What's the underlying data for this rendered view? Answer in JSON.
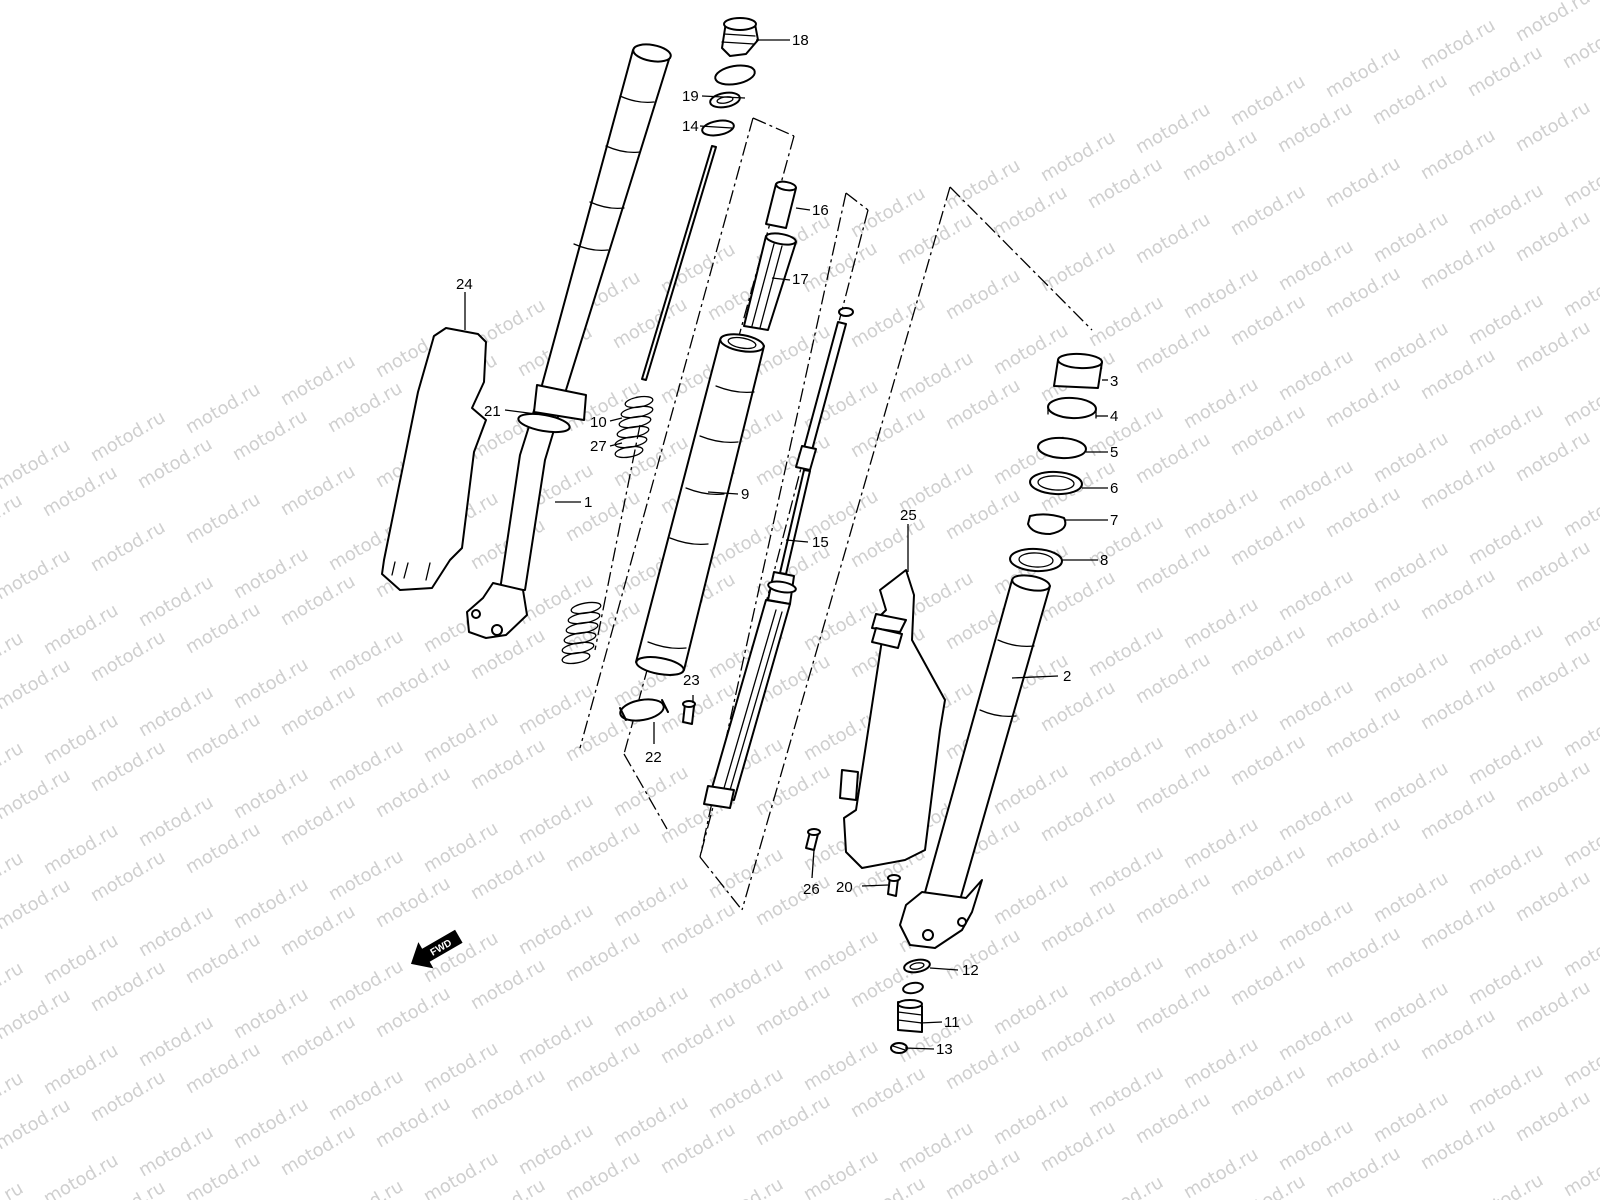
{
  "watermark": {
    "text": "motod.ru"
  },
  "direction_arrow": {
    "label": "FWD"
  },
  "callouts": [
    {
      "id": "c1",
      "label": "1"
    },
    {
      "id": "c2",
      "label": "2"
    },
    {
      "id": "c3",
      "label": "3"
    },
    {
      "id": "c4",
      "label": "4"
    },
    {
      "id": "c5",
      "label": "5"
    },
    {
      "id": "c6",
      "label": "6"
    },
    {
      "id": "c7",
      "label": "7"
    },
    {
      "id": "c8",
      "label": "8"
    },
    {
      "id": "c9",
      "label": "9"
    },
    {
      "id": "c10",
      "label": "10"
    },
    {
      "id": "c11",
      "label": "11"
    },
    {
      "id": "c12",
      "label": "12"
    },
    {
      "id": "c13",
      "label": "13"
    },
    {
      "id": "c14",
      "label": "14"
    },
    {
      "id": "c15",
      "label": "15"
    },
    {
      "id": "c16",
      "label": "16"
    },
    {
      "id": "c17",
      "label": "17"
    },
    {
      "id": "c18",
      "label": "18"
    },
    {
      "id": "c19",
      "label": "19"
    },
    {
      "id": "c20",
      "label": "20"
    },
    {
      "id": "c21",
      "label": "21"
    },
    {
      "id": "c22",
      "label": "22"
    },
    {
      "id": "c23",
      "label": "23"
    },
    {
      "id": "c24",
      "label": "24"
    },
    {
      "id": "c25",
      "label": "25"
    },
    {
      "id": "c26",
      "label": "26"
    },
    {
      "id": "c27",
      "label": "27"
    }
  ]
}
